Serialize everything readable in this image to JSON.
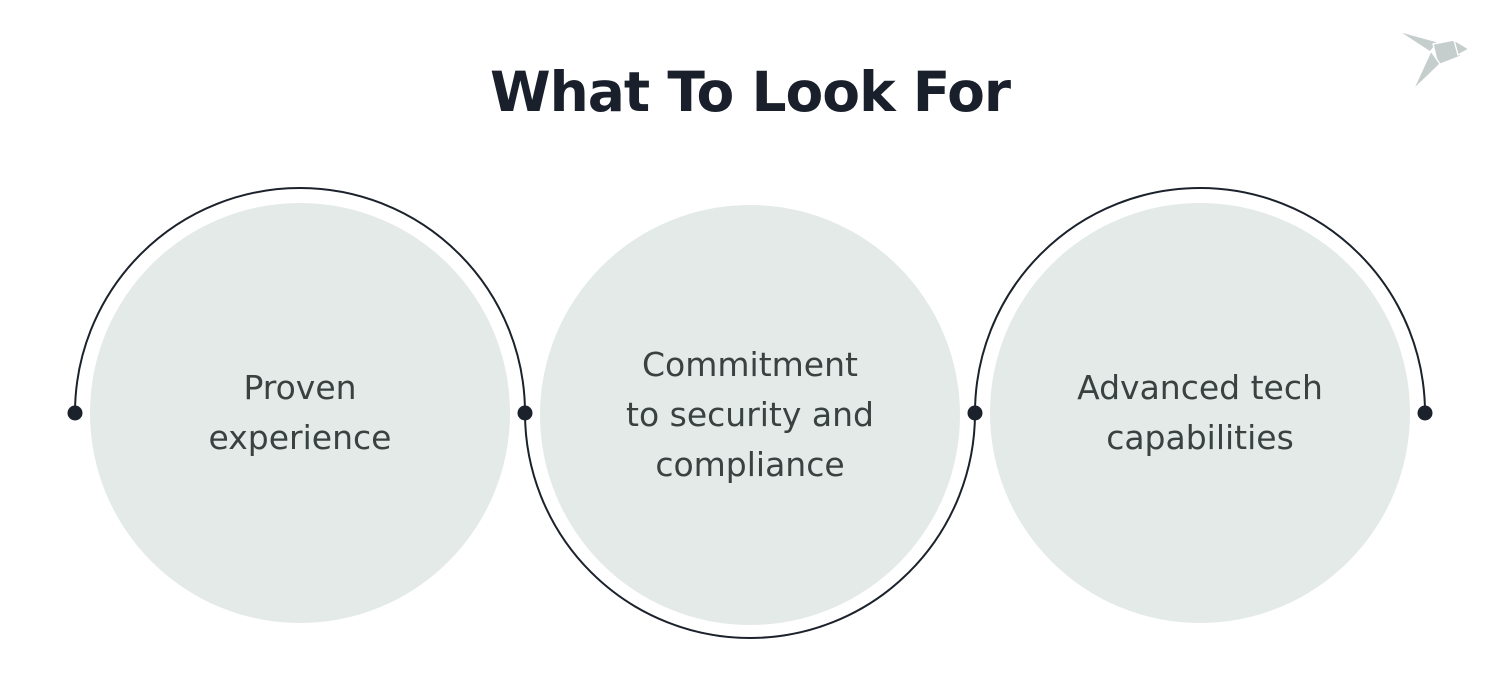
{
  "header": {
    "title": "What To Look For"
  },
  "logo": {
    "name": "origami-bird"
  },
  "colors": {
    "background": "#ffffff",
    "title": "#1a202b",
    "circle_fill": "#e4eae8",
    "connector": "#1c222c",
    "label_text": "#3a4141",
    "logo": "#c6cdcd"
  },
  "diagram": {
    "items": [
      {
        "lines": [
          "Proven",
          "experience"
        ]
      },
      {
        "lines": [
          "Commitment",
          "to security and",
          "compliance"
        ]
      },
      {
        "lines": [
          "Advanced tech",
          "capabilities"
        ]
      }
    ]
  }
}
